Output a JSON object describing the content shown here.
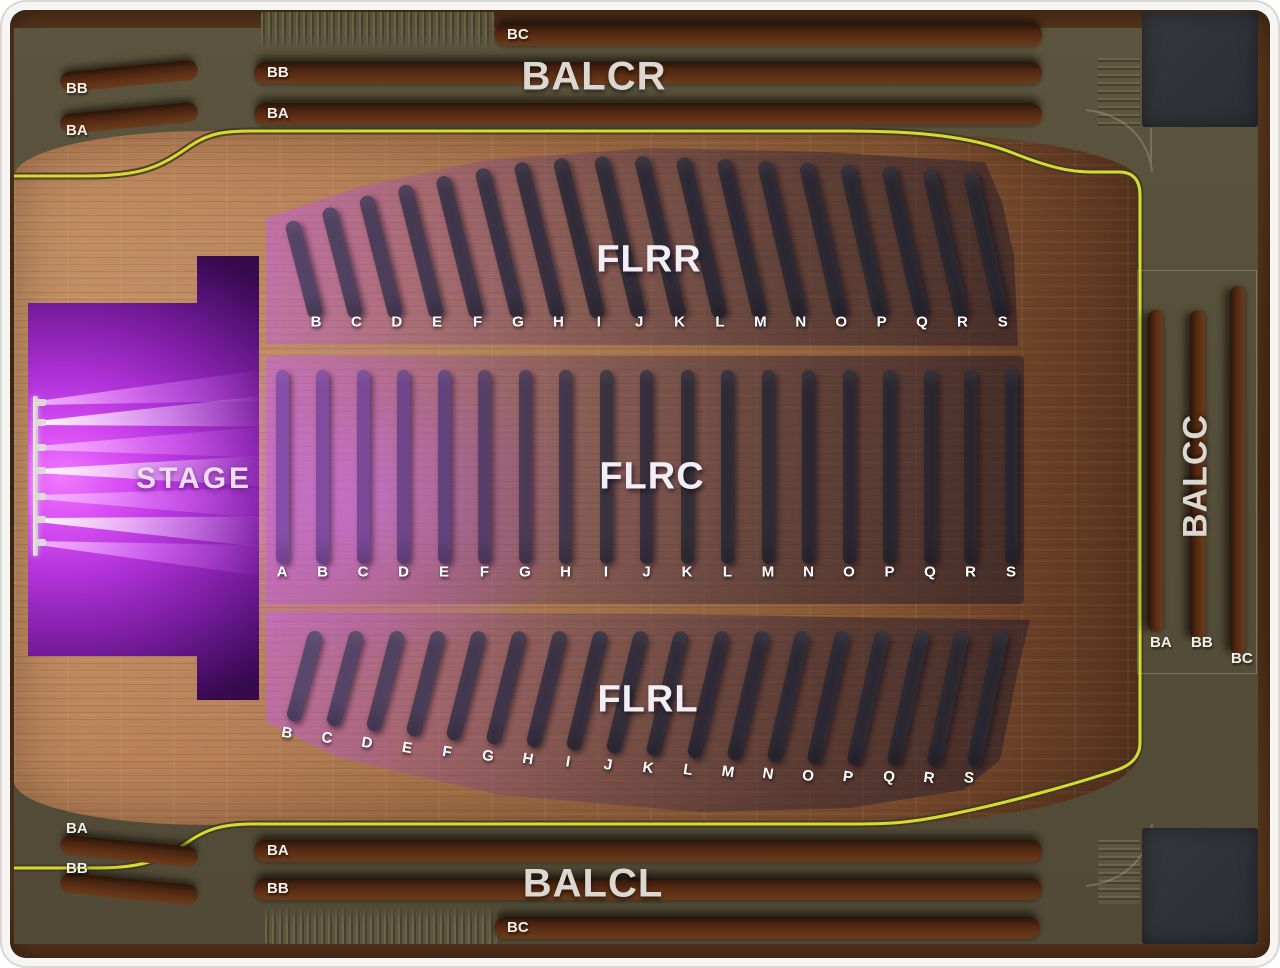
{
  "map": {
    "stage": {
      "label": "STAGE"
    },
    "sections": [
      {
        "id": "flrr",
        "label": "FLRR",
        "rows": [
          "B",
          "C",
          "D",
          "E",
          "F",
          "G",
          "H",
          "I",
          "J",
          "K",
          "L",
          "M",
          "N",
          "O",
          "P",
          "Q",
          "R",
          "S"
        ]
      },
      {
        "id": "flrc",
        "label": "FLRC",
        "rows": [
          "A",
          "B",
          "C",
          "D",
          "E",
          "F",
          "G",
          "H",
          "I",
          "J",
          "K",
          "L",
          "M",
          "N",
          "O",
          "P",
          "Q",
          "R",
          "S"
        ]
      },
      {
        "id": "flrl",
        "label": "FLRL",
        "rows": [
          "B",
          "C",
          "D",
          "E",
          "F",
          "G",
          "H",
          "I",
          "J",
          "K",
          "L",
          "M",
          "N",
          "O",
          "P",
          "Q",
          "R",
          "S"
        ]
      }
    ],
    "balcony_top": {
      "label": "BALCR",
      "rows": [
        "BC",
        "BB",
        "BA"
      ],
      "side_rows": [
        "BB",
        "BA"
      ]
    },
    "balcony_bottom": {
      "label": "BALCL",
      "rows": [
        "BA",
        "BB",
        "BC"
      ],
      "side_rows": [
        "BA",
        "BB"
      ]
    },
    "balcony_right": {
      "label": "BALCC",
      "rows": [
        "BA",
        "BB",
        "BC"
      ]
    },
    "colors": {
      "accent_line": "#d9d92f",
      "balcony_row_brown": "#5f3115",
      "balcony_background": "#56503a",
      "floor_wood": "#b07a50",
      "stage_glow_purple": "#cc3df2",
      "seat_bar_dark": "#2d2933",
      "seat_bar_purple": "#9a58c2",
      "charcoal_block": "#2f3237",
      "label_light": "#dcd8d1"
    }
  }
}
